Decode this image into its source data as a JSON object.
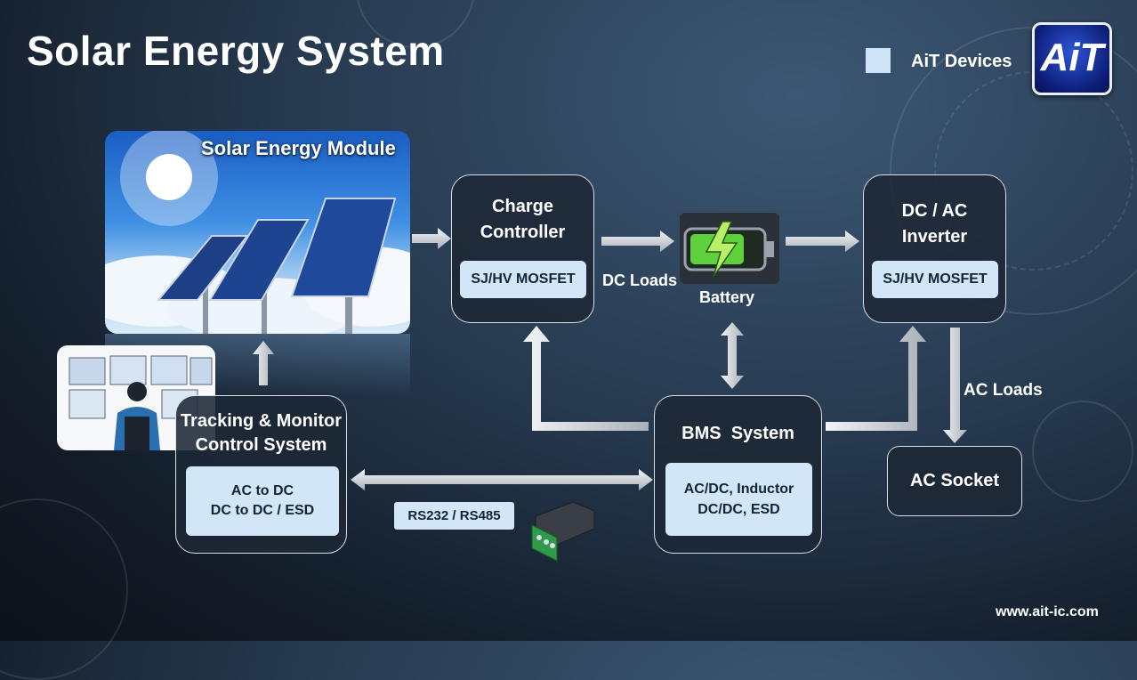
{
  "title": "Solar Energy System",
  "legend": {
    "label": "AiT Devices",
    "swatch_color": "#cfe3f7"
  },
  "logo": {
    "text": "AiT"
  },
  "solar_module": {
    "title": "Solar Energy Module"
  },
  "charge_controller": {
    "title_line1": "Charge",
    "title_line2": "Controller",
    "chip": "SJ/HV MOSFET"
  },
  "battery": {
    "label": "Battery"
  },
  "dc_loads": "DC Loads",
  "inverter": {
    "title_line1": "DC / AC",
    "title_line2": "Inverter",
    "chip": "SJ/HV MOSFET"
  },
  "ac_loads": "AC Loads",
  "ac_socket": {
    "title": "AC Socket"
  },
  "tracking": {
    "title_line1": "Tracking & Monitor",
    "title_line2": "Control System",
    "chip_line1": "AC to DC",
    "chip_line2": "DC to DC / ESD"
  },
  "bms": {
    "title": "BMS  System",
    "chip_line1": "AC/DC, Inductor",
    "chip_line2": "DC/DC, ESD"
  },
  "rs_link": "RS232 / RS485",
  "footer": "www.ait-ic.com",
  "colors": {
    "chip": "#d3e6f8",
    "arrow": "#d9dde2",
    "panel_border": "#d8dee6"
  }
}
